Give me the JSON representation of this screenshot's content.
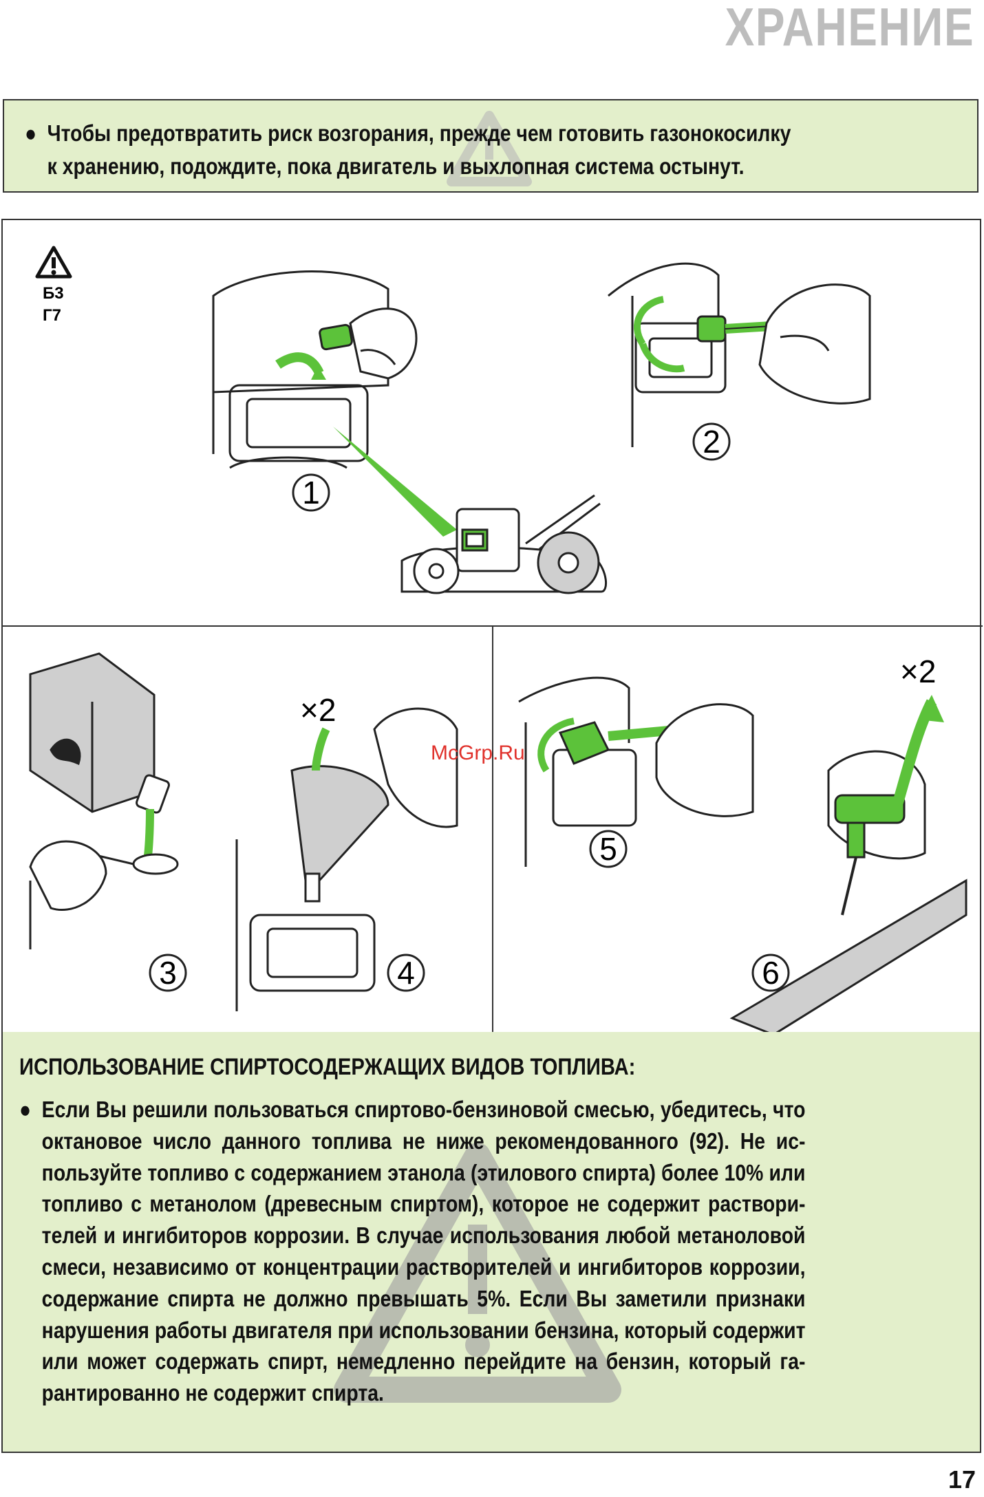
{
  "header": {
    "section_title": "ХРАНЕНИЕ"
  },
  "warning": {
    "bullet": "●",
    "line1": "Чтобы предотвратить риск возгорания, прежде чем готовить газонокосилку",
    "line2": "к хранению, подождите, пока двигатель и выхлопная система остынут."
  },
  "illustration": {
    "warning_icon": "warning-triangle-icon",
    "ref_codes": [
      "Б3",
      "Г7"
    ],
    "steps": [
      "1",
      "2",
      "3",
      "4",
      "5",
      "6"
    ],
    "repeat_labels": [
      "×2",
      "×2"
    ],
    "watermark": "McGrp.Ru"
  },
  "alcohol_fuel": {
    "heading": "ИСПОЛЬЗОВАНИЕ СПИРТОСОДЕРЖАЩИХ ВИДОВ ТОПЛИВА:",
    "bullet": "●",
    "lines": [
      "Если Вы решили пользоваться спиртово-бензиновой смесью, убедитесь, что",
      "октановое число данного топлива не ниже рекомендованного (92). Не ис-",
      "пользуйте топливо с содержанием этанола (этилового спирта) более 10% или",
      "топливо с метанолом (древесным спиртом), которое не содержит раствори-",
      "телей и ингибиторов коррозии. В случае использования любой метаноловой",
      "смеси, независимо от концентрации растворителей и ингибиторов коррозии,",
      "содержание спирта не должно превышать 5%. Если Вы заметили признаки",
      "нарушения работы двигателя при использовании бензина, который содержит",
      "или может содержать спирт, немедленно перейдите на бензин, который га-",
      "рантированно не содержит спирта."
    ]
  },
  "footer": {
    "page_number": "17"
  },
  "colors": {
    "accent_green": "#5cc23a",
    "panel_bg": "#e3efcb",
    "title_gray": "#bdbdbd",
    "watermark_red": "#e0312b"
  }
}
